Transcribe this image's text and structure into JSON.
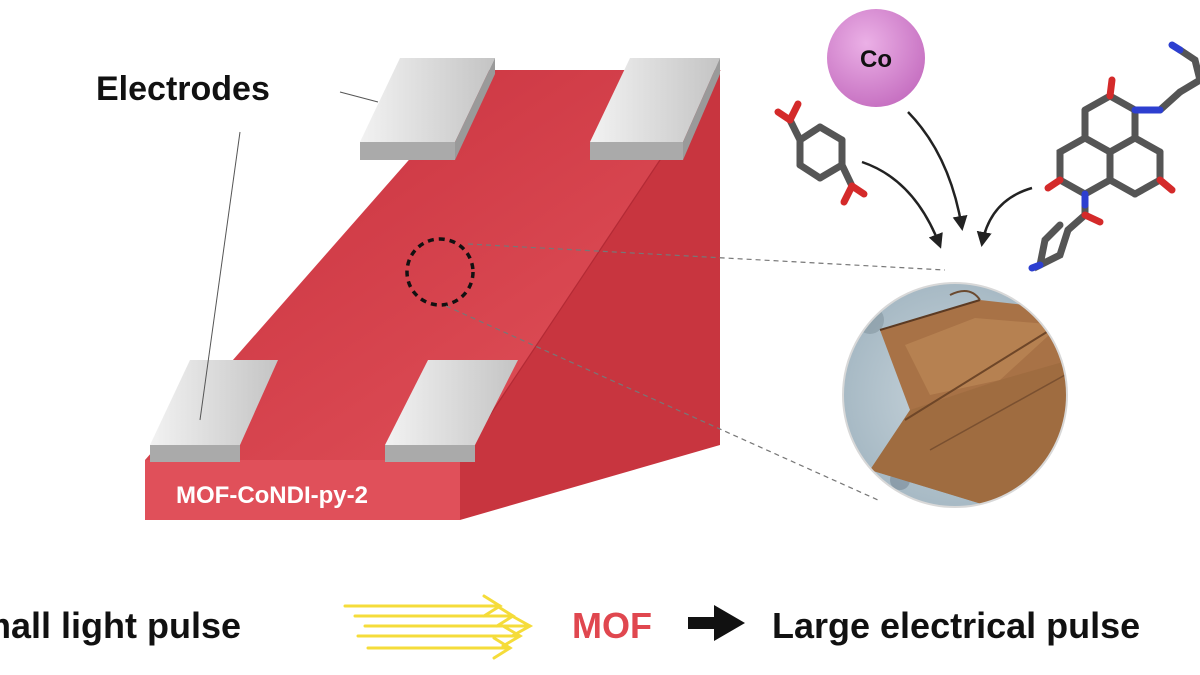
{
  "labels": {
    "electrodes": "Electrodes",
    "device_name": "MOF-CoNDI-py-2",
    "metal_node": "Co"
  },
  "flow": {
    "input": "Small light pulse",
    "material": "MOF",
    "output": "Large electrical pulse"
  },
  "colors": {
    "device_red": "#d9434d",
    "mof_text": "#e0474f",
    "electrode_gray": "#c9c9c9",
    "light_yellow": "#f5dc3a",
    "cobalt_pink": "#d57fd0",
    "crystal_brown": "#a87246"
  }
}
